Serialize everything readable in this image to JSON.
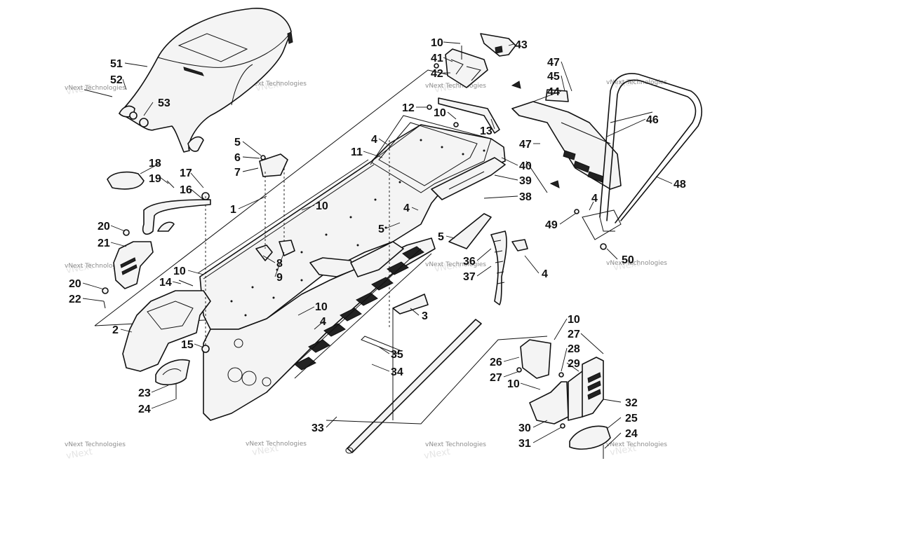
{
  "diagram": {
    "watermark_text": "vNext Technologies",
    "callouts": [
      {
        "id": "c51",
        "text": "51"
      },
      {
        "id": "c52",
        "text": "52"
      },
      {
        "id": "c53",
        "text": "53"
      },
      {
        "id": "c18",
        "text": "18"
      },
      {
        "id": "c19",
        "text": "19"
      },
      {
        "id": "c17",
        "text": "17"
      },
      {
        "id": "c16",
        "text": "16"
      },
      {
        "id": "c20a",
        "text": "20"
      },
      {
        "id": "c21",
        "text": "21"
      },
      {
        "id": "c20b",
        "text": "20"
      },
      {
        "id": "c22",
        "text": "22"
      },
      {
        "id": "c10a",
        "text": "10"
      },
      {
        "id": "c14",
        "text": "14"
      },
      {
        "id": "c2",
        "text": "2"
      },
      {
        "id": "c15",
        "text": "15"
      },
      {
        "id": "c23",
        "text": "23"
      },
      {
        "id": "c24a",
        "text": "24"
      },
      {
        "id": "c5a",
        "text": "5"
      },
      {
        "id": "c6",
        "text": "6"
      },
      {
        "id": "c7",
        "text": "7"
      },
      {
        "id": "c1",
        "text": "1"
      },
      {
        "id": "c8",
        "text": "8"
      },
      {
        "id": "c9",
        "text": "9"
      },
      {
        "id": "c10b",
        "text": "10"
      },
      {
        "id": "c11",
        "text": "11"
      },
      {
        "id": "c4a",
        "text": "4"
      },
      {
        "id": "c5b",
        "text": "5"
      },
      {
        "id": "c4b",
        "text": "4"
      },
      {
        "id": "c10c",
        "text": "10"
      },
      {
        "id": "c4c",
        "text": "4"
      },
      {
        "id": "c10d",
        "text": "10"
      },
      {
        "id": "c41",
        "text": "41"
      },
      {
        "id": "c42",
        "text": "42"
      },
      {
        "id": "c43",
        "text": "43"
      },
      {
        "id": "c12",
        "text": "12"
      },
      {
        "id": "c10e",
        "text": "10"
      },
      {
        "id": "c13",
        "text": "13"
      },
      {
        "id": "c40",
        "text": "40"
      },
      {
        "id": "c39",
        "text": "39"
      },
      {
        "id": "c38",
        "text": "38"
      },
      {
        "id": "c5c",
        "text": "5"
      },
      {
        "id": "c36",
        "text": "36"
      },
      {
        "id": "c37",
        "text": "37"
      },
      {
        "id": "c4d",
        "text": "4"
      },
      {
        "id": "c3",
        "text": "3"
      },
      {
        "id": "c35",
        "text": "35"
      },
      {
        "id": "c34",
        "text": "34"
      },
      {
        "id": "c33",
        "text": "33"
      },
      {
        "id": "c47a",
        "text": "47"
      },
      {
        "id": "c45",
        "text": "45"
      },
      {
        "id": "c44",
        "text": "44"
      },
      {
        "id": "c46",
        "text": "46"
      },
      {
        "id": "c47b",
        "text": "47"
      },
      {
        "id": "c48",
        "text": "48"
      },
      {
        "id": "c4e",
        "text": "4"
      },
      {
        "id": "c49",
        "text": "49"
      },
      {
        "id": "c50",
        "text": "50"
      },
      {
        "id": "c10f",
        "text": "10"
      },
      {
        "id": "c27a",
        "text": "27"
      },
      {
        "id": "c28",
        "text": "28"
      },
      {
        "id": "c26",
        "text": "26"
      },
      {
        "id": "c29",
        "text": "29"
      },
      {
        "id": "c27b",
        "text": "27"
      },
      {
        "id": "c10g",
        "text": "10"
      },
      {
        "id": "c32",
        "text": "32"
      },
      {
        "id": "c25",
        "text": "25"
      },
      {
        "id": "c30",
        "text": "30"
      },
      {
        "id": "c31",
        "text": "31"
      },
      {
        "id": "c24b",
        "text": "24"
      }
    ]
  }
}
